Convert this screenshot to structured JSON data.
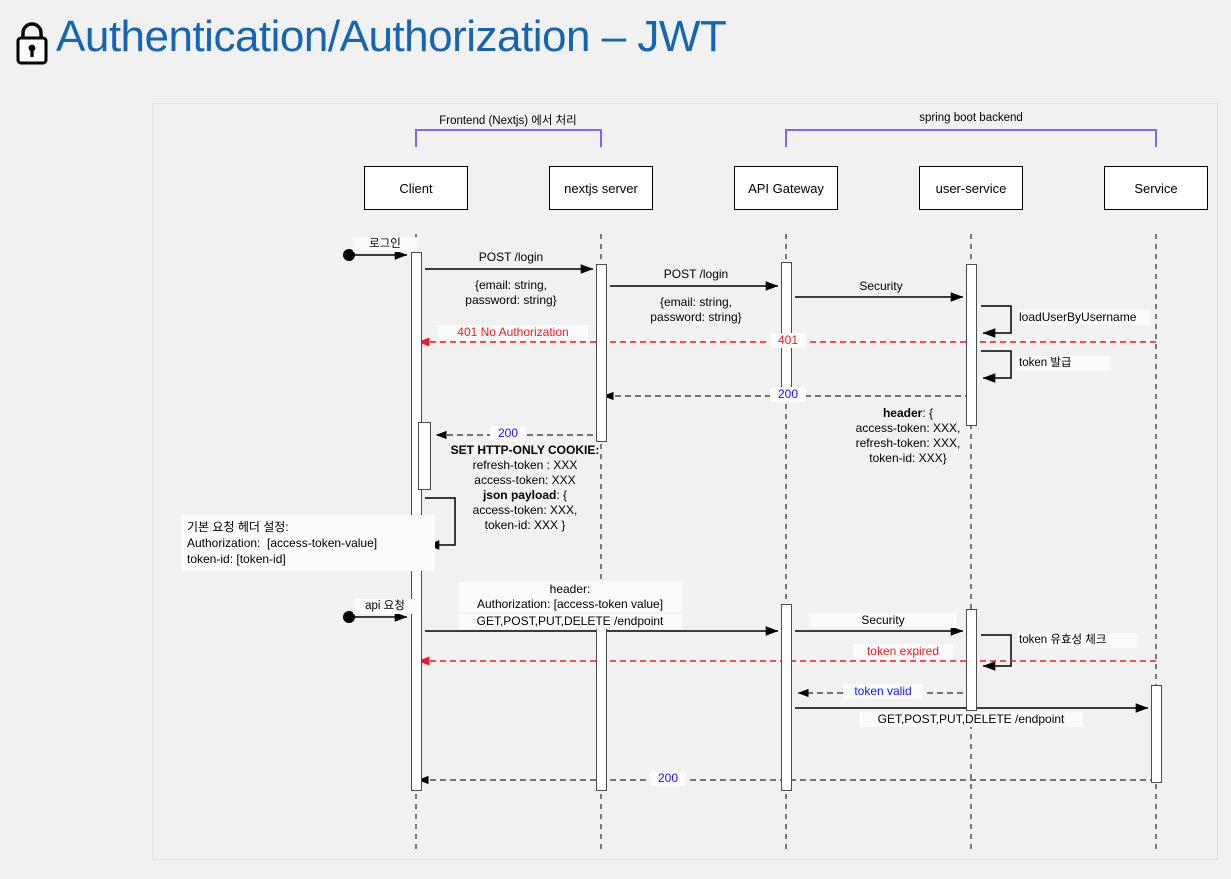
{
  "header": {
    "title": "Authentication/Authorization – JWT",
    "icon": "lock-icon",
    "title_color": "#1565b0"
  },
  "diagram": {
    "type": "uml-sequence-diagram",
    "group_labels": [
      {
        "id": "frontend",
        "text": "Frontend (Nextjs) 에서 처리",
        "spans": [
          "Client",
          "nextjs server"
        ],
        "color": "#6a5cf0"
      },
      {
        "id": "backend",
        "text": "spring boot backend",
        "spans": [
          "API Gateway",
          "Service"
        ],
        "color": "#6a5cf0"
      }
    ],
    "participants": [
      {
        "id": "client",
        "label": "Client"
      },
      {
        "id": "nextjs",
        "label": "nextjs server"
      },
      {
        "id": "gateway",
        "label": "API Gateway"
      },
      {
        "id": "userservice",
        "label": "user-service"
      },
      {
        "id": "service",
        "label": "Service"
      }
    ],
    "messages": [
      {
        "id": "m1",
        "label": "로그인",
        "from": "actor",
        "to": "client",
        "style": "solid",
        "color": "#000"
      },
      {
        "id": "m2",
        "label": "POST /login",
        "from": "client",
        "to": "nextjs",
        "style": "solid",
        "color": "#000"
      },
      {
        "id": "m2b",
        "label": "{email: string,\npassword: string}",
        "from": "client",
        "to": "nextjs",
        "style": "note",
        "color": "#000"
      },
      {
        "id": "m3",
        "label": "POST /login",
        "from": "nextjs",
        "to": "gateway",
        "style": "solid",
        "color": "#000"
      },
      {
        "id": "m3b",
        "label": "{email: string,\npassword: string}",
        "from": "nextjs",
        "to": "gateway",
        "style": "note",
        "color": "#000"
      },
      {
        "id": "m4",
        "label": "Security",
        "from": "gateway",
        "to": "userservice",
        "style": "solid",
        "color": "#000"
      },
      {
        "id": "m5",
        "label": "loadUserByUsername",
        "from": "userservice",
        "to": "userservice",
        "style": "self",
        "color": "#000"
      },
      {
        "id": "m6",
        "label": "401 No Authorization",
        "from": "nextjs",
        "to": "client",
        "style": "dashed",
        "color": "#ec1c24"
      },
      {
        "id": "m7",
        "label": "401",
        "from": "userservice",
        "to": "gateway",
        "style": "dashed",
        "color": "#ec1c24"
      },
      {
        "id": "m8",
        "label": "token 발급",
        "from": "userservice",
        "to": "userservice",
        "style": "self",
        "color": "#000"
      },
      {
        "id": "m9",
        "label": "200",
        "from": "userservice",
        "to": "nextjs",
        "style": "dashed",
        "color": "#1414ff"
      },
      {
        "id": "m9b",
        "label": "header: {\naccess-token: XXX,\nrefresh-token: XXX,\ntoken-id: XXX}",
        "from": "userservice",
        "to": "nextjs",
        "style": "note",
        "color": "#000"
      },
      {
        "id": "m10",
        "label": "200",
        "from": "nextjs",
        "to": "client",
        "style": "dashed",
        "color": "#1414ff"
      },
      {
        "id": "m10b",
        "label": "SET HTTP-ONLY COOKIE:\nrefresh-token : XXX\naccess-token: XXX\njson payload: {\naccess-token: XXX,\ntoken-id: XXX }",
        "from": "nextjs",
        "to": "client",
        "style": "note",
        "color": "#000"
      },
      {
        "id": "m11",
        "label": "기본 요청 헤더 설정:\nAuthorization:  [access-token-value]\ntoken-id: [token-id]",
        "from": "client",
        "to": "client",
        "style": "self-note",
        "color": "#000"
      },
      {
        "id": "m12",
        "label": "api 요청",
        "from": "actor",
        "to": "client",
        "style": "solid",
        "color": "#000"
      },
      {
        "id": "m13",
        "label": "header:\nAuthorization: [access-token value]",
        "from": "client",
        "to": "gateway",
        "style": "note",
        "color": "#000"
      },
      {
        "id": "m14",
        "label": "GET,POST,PUT,DELETE /endpoint",
        "from": "client",
        "to": "gateway",
        "style": "solid",
        "color": "#000"
      },
      {
        "id": "m15",
        "label": "Security",
        "from": "gateway",
        "to": "userservice",
        "style": "solid",
        "color": "#000"
      },
      {
        "id": "m16",
        "label": "token 유효성 체크",
        "from": "userservice",
        "to": "userservice",
        "style": "self",
        "color": "#000"
      },
      {
        "id": "m17",
        "label": "token expired",
        "from": "userservice",
        "to": "client",
        "style": "dashed",
        "color": "#ec1c24"
      },
      {
        "id": "m18",
        "label": "token valid",
        "from": "userservice",
        "to": "gateway",
        "style": "dashed",
        "color": "#1414ff"
      },
      {
        "id": "m19",
        "label": "GET,POST,PUT,DELETE /endpoint",
        "from": "gateway",
        "to": "service",
        "style": "solid",
        "color": "#000"
      },
      {
        "id": "m20",
        "label": "200",
        "from": "service",
        "to": "client",
        "style": "dashed",
        "color": "#1414ff"
      }
    ]
  }
}
